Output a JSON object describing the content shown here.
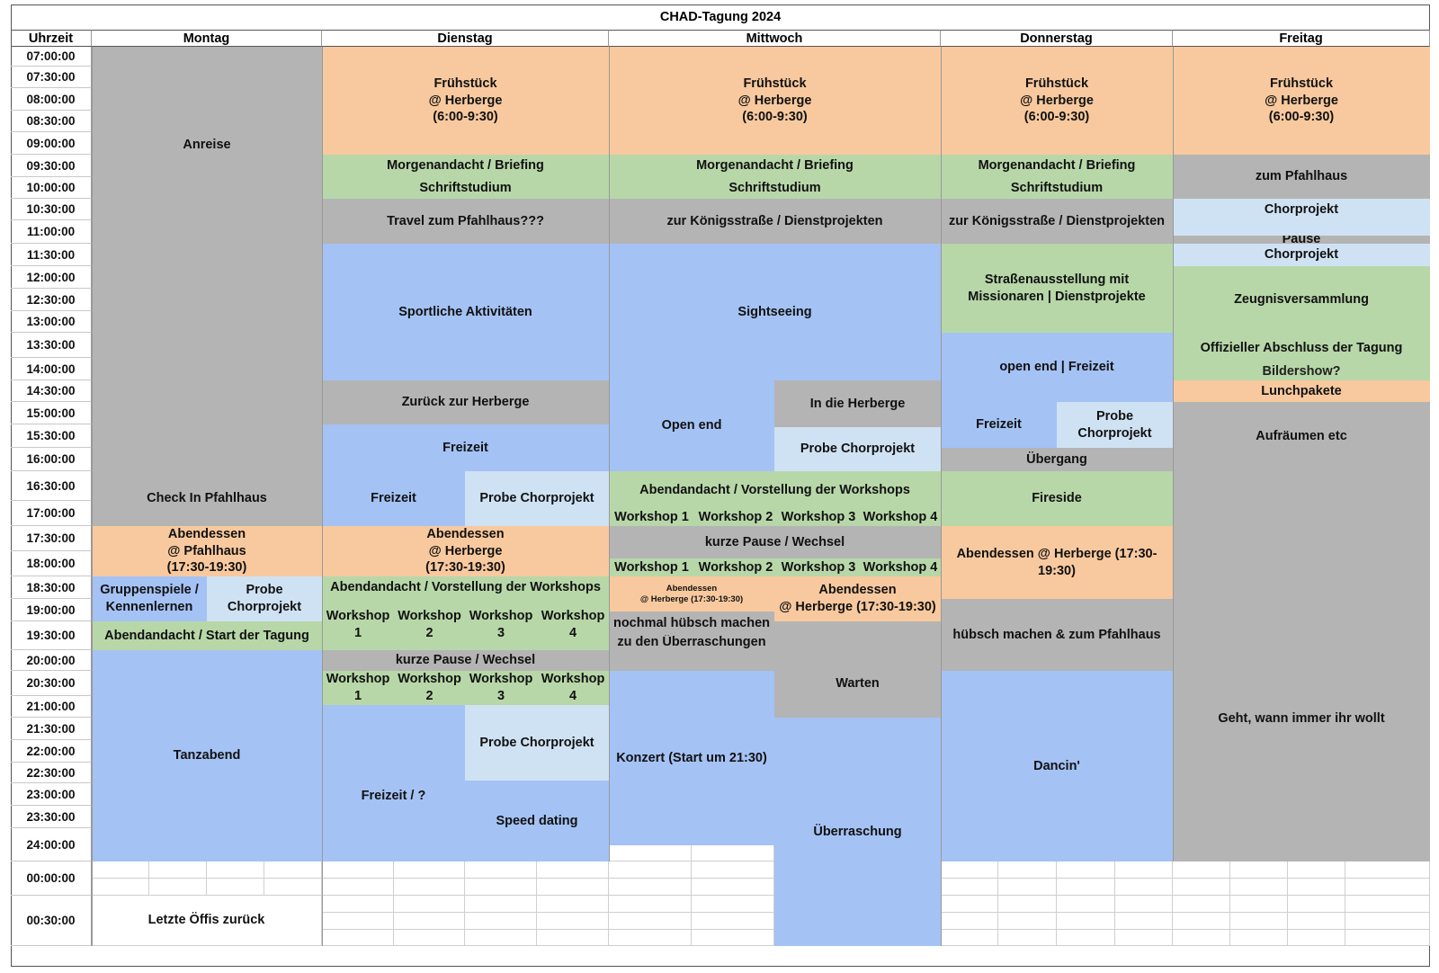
{
  "title": "CHAD-Tagung 2024",
  "headers": {
    "time": "Uhrzeit",
    "days": [
      "Montag",
      "Dienstag",
      "Mittwoch",
      "Donnerstag",
      "Freitag"
    ]
  },
  "times": [
    "07:00:00",
    "07:30:00",
    "08:00:00",
    "08:30:00",
    "09:00:00",
    "09:30:00",
    "10:00:00",
    "10:30:00",
    "11:00:00",
    "11:30:00",
    "12:00:00",
    "12:30:00",
    "13:00:00",
    "13:30:00",
    "14:00:00",
    "14:30:00",
    "15:00:00",
    "15:30:00",
    "16:00:00",
    "16:30:00",
    "17:00:00",
    "17:30:00",
    "18:00:00",
    "18:30:00",
    "19:00:00",
    "19:30:00",
    "20:00:00",
    "20:30:00",
    "21:00:00",
    "21:30:00",
    "22:00:00",
    "22:30:00",
    "23:00:00",
    "23:30:00",
    "24:00:00",
    "00:00:00",
    "00:30:00"
  ],
  "colors": {
    "grey": "#b4b4b4",
    "orange": "#f8c99e",
    "green": "#b7d7a8",
    "blue": "#a4c2f4",
    "lightblue": "#cfe2f3"
  },
  "events": {
    "montag": {
      "anreise": "Anreise",
      "check_in": "Check In Pfahlhaus",
      "abendessen": "Abendessen\n@ Pfahlhaus\n(17:30-19:30)",
      "gruppenspiele": "Gruppenspiele /\nKennenlernen",
      "probe": "Probe\nChorprojekt",
      "abendandacht": "Abendandacht / Start der Tagung",
      "tanzabend": "Tanzabend",
      "letzte_oeffis": "Letzte Öffis zurück"
    },
    "dienstag": {
      "fruehstueck": "Frühstück\n@ Herberge\n(6:00-9:30)",
      "morgenandacht": "Morgenandacht / Briefing",
      "schriftstudium": "Schriftstudium",
      "travel": "Travel zum Pfahlhaus???",
      "sport": "Sportliche Aktivitäten",
      "zurueck": "Zurück zur Herberge",
      "freizeit1": "Freizeit",
      "freizeit2": "Freizeit",
      "probe": "Probe Chorprojekt",
      "abendessen": "Abendessen\n@ Herberge\n(17:30-19:30)",
      "abendandacht": "Abendandacht / Vorstellung der Workshops",
      "ws_a": [
        "Workshop\n1",
        "Workshop\n2",
        "Workshop\n3",
        "Workshop\n4"
      ],
      "pause": "kurze Pause / Wechsel",
      "ws_b": [
        "Workshop\n1",
        "Workshop\n2",
        "Workshop\n3",
        "Workshop\n4"
      ],
      "probe2": "Probe Chorprojekt",
      "freizeit3": "Freizeit / ?",
      "speed": "Speed dating"
    },
    "mittwoch": {
      "fruehstueck": "Frühstück\n@ Herberge\n(6:00-9:30)",
      "morgenandacht": "Morgenandacht / Briefing",
      "schriftstudium": "Schriftstudium",
      "koenig": "zur Königsstraße / Dienstprojekten",
      "sightseeing": "Sightseeing",
      "open_end": "Open end",
      "in_herberge": "In die Herberge",
      "probe": "Probe Chorprojekt",
      "abendandacht": "Abendandacht / Vorstellung der Workshops",
      "ws_a": [
        "Workshop 1",
        "Workshop 2",
        "Workshop 3",
        "Workshop 4"
      ],
      "pause": "kurze Pause / Wechsel",
      "ws_b": [
        "Workshop 1",
        "Workshop 2",
        "Workshop 3",
        "Workshop 4"
      ],
      "abendessen_small": "Abendessen\n@ Herberge (17:30-19:30)",
      "huebsch": "nochmal hübsch machen",
      "ueberraschungen": "zu den Überraschungen",
      "abendessen": "Abendessen\n@ Herberge (17:30-19:30)",
      "warten": "Warten",
      "konzert": "Konzert (Start um 21:30)",
      "ueberraschung": "Überraschung"
    },
    "donnerstag": {
      "fruehstueck": "Frühstück\n@ Herberge\n(6:00-9:30)",
      "morgenandacht": "Morgenandacht / Briefing",
      "schriftstudium": "Schriftstudium",
      "koenig": "zur Königsstraße / Dienstprojekten",
      "strasse": "Straßenausstellung mit\nMissionaren | Dienstprojekte",
      "open_end": "open end | Freizeit",
      "freizeit": "Freizeit",
      "probe": "Probe\nChorprojekt",
      "uebergang": "Übergang",
      "fireside": "Fireside",
      "abendessen": "Abendessen @ Herberge (17:30-\n19:30)",
      "huebsch": "hübsch machen & zum Pfahlhaus",
      "dancin": "Dancin'"
    },
    "freitag": {
      "fruehstueck": "Frühstück\n@ Herberge\n(6:00-9:30)",
      "pfahlhaus": "zum Pfahlhaus",
      "chor1": "Chorprojekt",
      "pause": "Pause",
      "chor2": "Chorprojekt",
      "zeugnis": "Zeugnisversammlung",
      "abschluss": "Offizieller Abschluss der Tagung",
      "bildershow": "Bildershow?",
      "lunch": "Lunchpakete",
      "aufraeumen": "Aufräumen etc",
      "geht": "Geht, wann immer ihr wollt"
    }
  }
}
